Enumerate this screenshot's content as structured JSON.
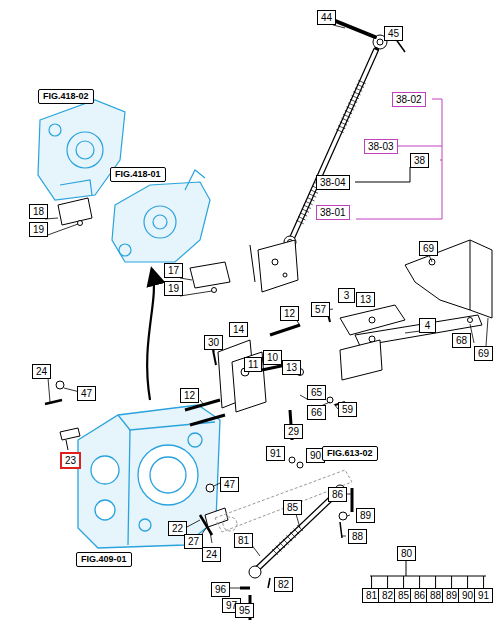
{
  "diagram": {
    "labels": [
      "FIG.418-02",
      "18",
      "19",
      "FIG.418-01",
      "17",
      "19",
      "44",
      "45",
      "38-02",
      "38-03",
      "38",
      "38-04",
      "38-01",
      "69",
      "57",
      "3",
      "13",
      "4",
      "68",
      "69",
      "30",
      "14",
      "11",
      "10",
      "13",
      "12",
      "24",
      "47",
      "23",
      "12",
      "65",
      "66",
      "59",
      "29",
      "91",
      "90",
      "FIG.613-02",
      "47",
      "86",
      "89",
      "88",
      "22",
      "27",
      "24",
      "85",
      "81",
      "FIG.409-01",
      "80",
      "81",
      "82",
      "85",
      "86",
      "88",
      "89",
      "90",
      "91",
      "96",
      "97",
      "82",
      "95"
    ]
  }
}
